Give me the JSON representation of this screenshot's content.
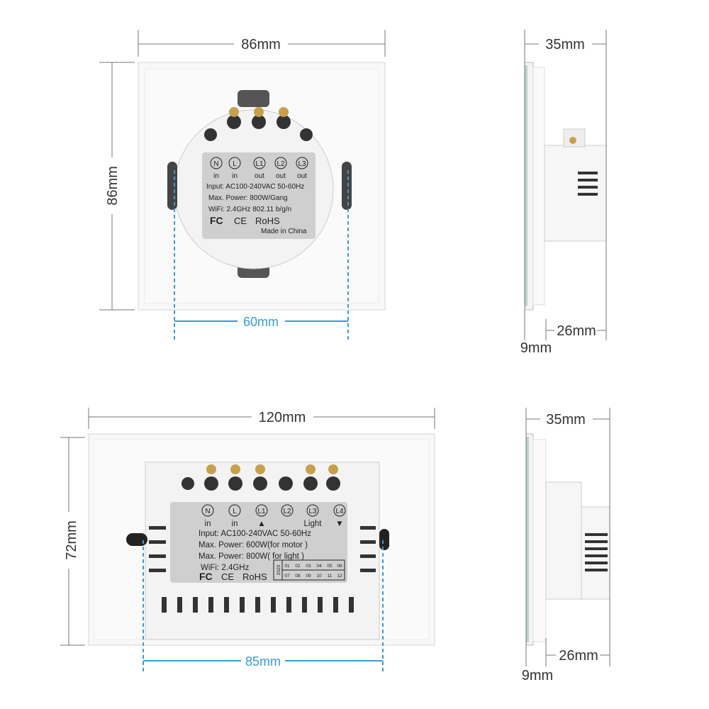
{
  "top_switch": {
    "front": {
      "width_label": "86mm",
      "height_label": "86mm",
      "mount_spacing_label": "60mm",
      "terminals": [
        {
          "code": "N",
          "role": "in"
        },
        {
          "code": "L",
          "role": "in"
        },
        {
          "code": "L1",
          "role": "out"
        },
        {
          "code": "L2",
          "role": "out"
        },
        {
          "code": "L3",
          "role": "out"
        }
      ],
      "spec_lines": [
        "Input: AC100-240VAC 50-60Hz",
        "Max. Power: 800W/Gang",
        "WiFi: 2.4GHz 802.11 b/g/n"
      ],
      "cert_marks": [
        "FC",
        "CE",
        "RoHS"
      ],
      "origin": "Made in China"
    },
    "side": {
      "depth_label": "35mm",
      "body_label": "26mm",
      "plate_label": "9mm"
    }
  },
  "bottom_switch": {
    "front": {
      "width_label": "120mm",
      "height_label": "72mm",
      "mount_spacing_label": "85mm",
      "terminals": [
        {
          "code": "N",
          "role": "in"
        },
        {
          "code": "L",
          "role": "in"
        },
        {
          "code": "L1",
          "role": "▲"
        },
        {
          "code": "L2",
          "role": ""
        },
        {
          "code": "L3",
          "role": "Light"
        },
        {
          "code": "L4",
          "role": "▼"
        }
      ],
      "spec_lines": [
        "Input: AC100-240VAC 50-60Hz",
        "Max. Power: 600W(for motor )",
        "Max. Power: 800W( for light )",
        "WiFi: 2.4GHz"
      ],
      "cert_marks": [
        "FC",
        "CE",
        "RoHS"
      ],
      "date_code": {
        "year": "2020",
        "months": [
          "01",
          "02",
          "03",
          "04",
          "05",
          "06",
          "07",
          "08",
          "09",
          "10",
          "11",
          "12"
        ]
      }
    },
    "side": {
      "depth_label": "35mm",
      "body_label": "26mm",
      "plate_label": "9mm"
    }
  },
  "colors": {
    "dimension_line": "#555555",
    "mount_line": "#3a9ad9",
    "label_plate": "#cfcfcf",
    "plate": "#f7f7f7"
  }
}
